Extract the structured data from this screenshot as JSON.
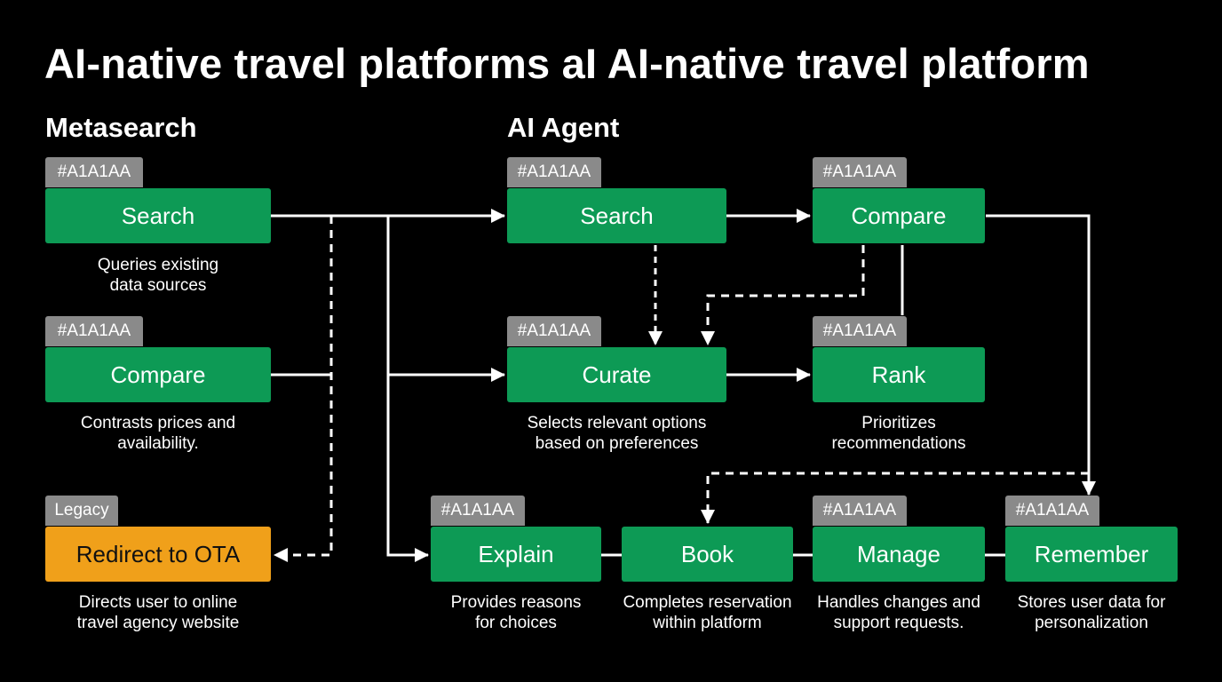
{
  "title": "AI-native travel platforms aI AI-native travel platform",
  "sections": {
    "metasearch": "Metasearch",
    "ai_agent": "AI Agent"
  },
  "nodes": {
    "meta_search": {
      "tag": "#A1A1AA",
      "label": "Search",
      "desc_1": "Queries existing",
      "desc_2": "data sources"
    },
    "meta_compare": {
      "tag": "#A1A1AA",
      "label": "Compare",
      "desc_1": "Contrasts prices and",
      "desc_2": "availability."
    },
    "redirect": {
      "tag": "Legacy",
      "label": "Redirect to OTA",
      "desc_1": "Directs user to online",
      "desc_2": "travel agency website"
    },
    "agent_search": {
      "tag": "#A1A1AA",
      "label": "Search"
    },
    "agent_compare": {
      "tag": "#A1A1AA",
      "label": "Compare"
    },
    "curate": {
      "tag": "#A1A1AA",
      "label": "Curate",
      "desc_1": "Selects relevant options",
      "desc_2": "based on preferences"
    },
    "rank": {
      "tag": "#A1A1AA",
      "label": "Rank",
      "desc_1": "Prioritizes",
      "desc_2": "recommendations"
    },
    "explain": {
      "tag": "#A1A1AA",
      "label": "Explain",
      "desc_1": "Provides reasons",
      "desc_2": "for choices"
    },
    "book": {
      "label": "Book",
      "desc_1": "Completes reservation",
      "desc_2": "within platform"
    },
    "manage": {
      "tag": "#A1A1AA",
      "label": "Manage",
      "desc_1": "Handles changes and",
      "desc_2": "support requests."
    },
    "remember": {
      "tag": "#A1A1AA",
      "label": "Remember",
      "desc_1": "Stores user data for",
      "desc_2": "personalization"
    }
  },
  "colors": {
    "background": "#000000",
    "node_green": "#0d9a55",
    "node_legacy": "#f0a01a",
    "tag_gray": "#8a8a8a",
    "line": "#ffffff"
  }
}
